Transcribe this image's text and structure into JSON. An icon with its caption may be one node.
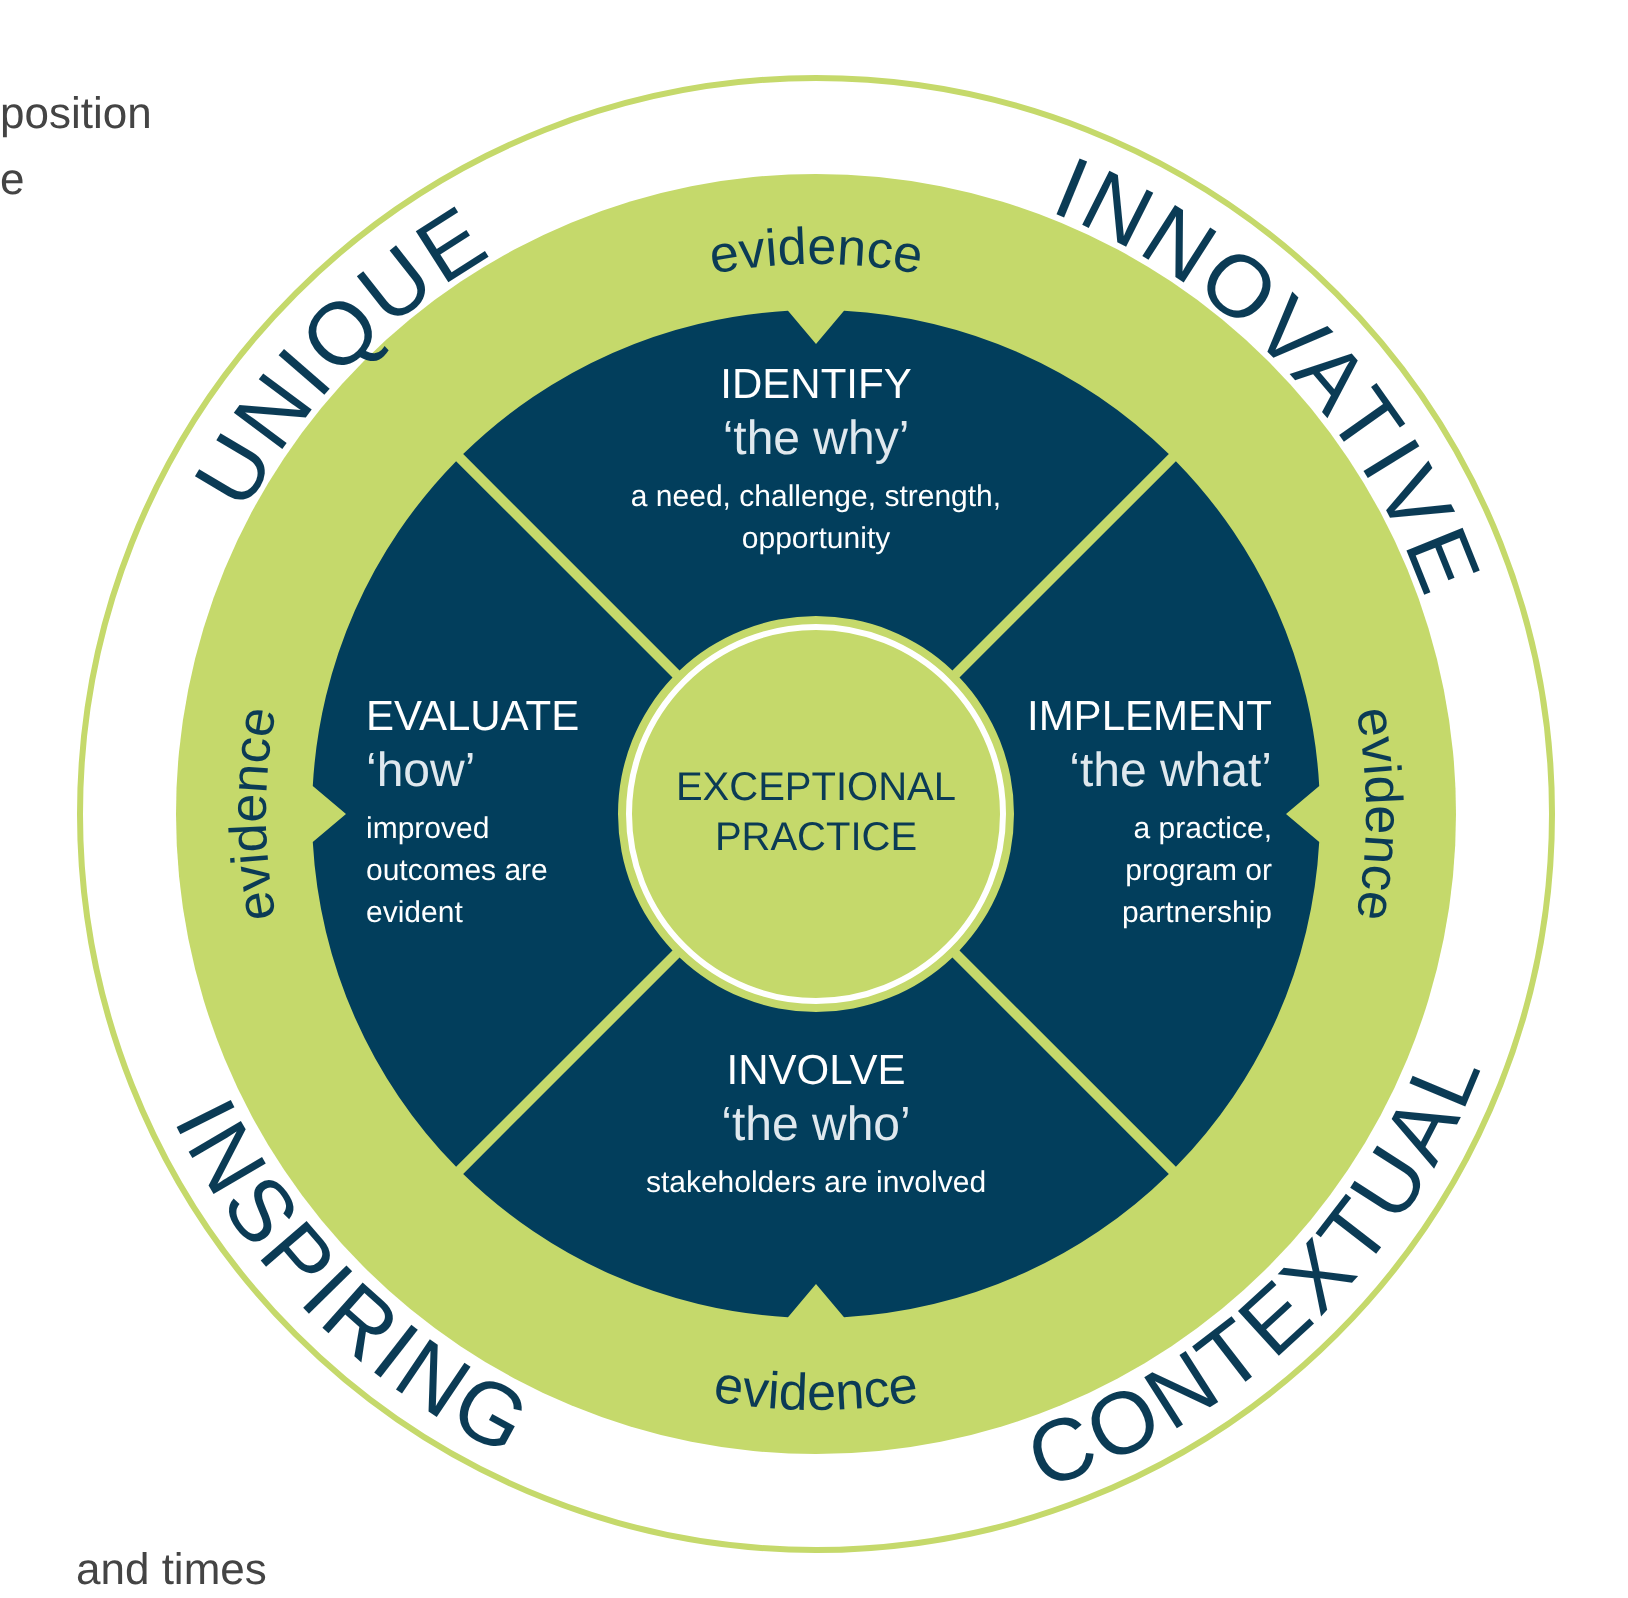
{
  "diagram": {
    "nodes": [
      {
        "text": [
          "IDENTIFY",
          "‘the why’",
          "a need, challenge, strength, opportunity"
        ],
        "beside": [
          "evidence"
        ]
      },
      {
        "text": [
          "EVALUATE",
          "‘how’",
          "improved outcomes are evident"
        ],
        "beside": [
          "evidence"
        ]
      },
      {
        "text": [
          "EXCEPTIONAL PRACTICE"
        ]
      },
      {
        "text": [
          "IMPLEMENT",
          "‘the what’",
          "a practice, program or partnership"
        ],
        "beside": [
          "evidence"
        ]
      },
      {
        "text": [
          "INVOLVE",
          "‘the who’",
          "stakeholders are involved"
        ],
        "beside": [
          "evidence"
        ]
      }
    ],
    "labels": [
      "position",
      "e",
      "UNIQUE",
      "INNOVATIVE",
      "INSPIRING",
      "CONTEXTUAL",
      "and times"
    ]
  }
}
